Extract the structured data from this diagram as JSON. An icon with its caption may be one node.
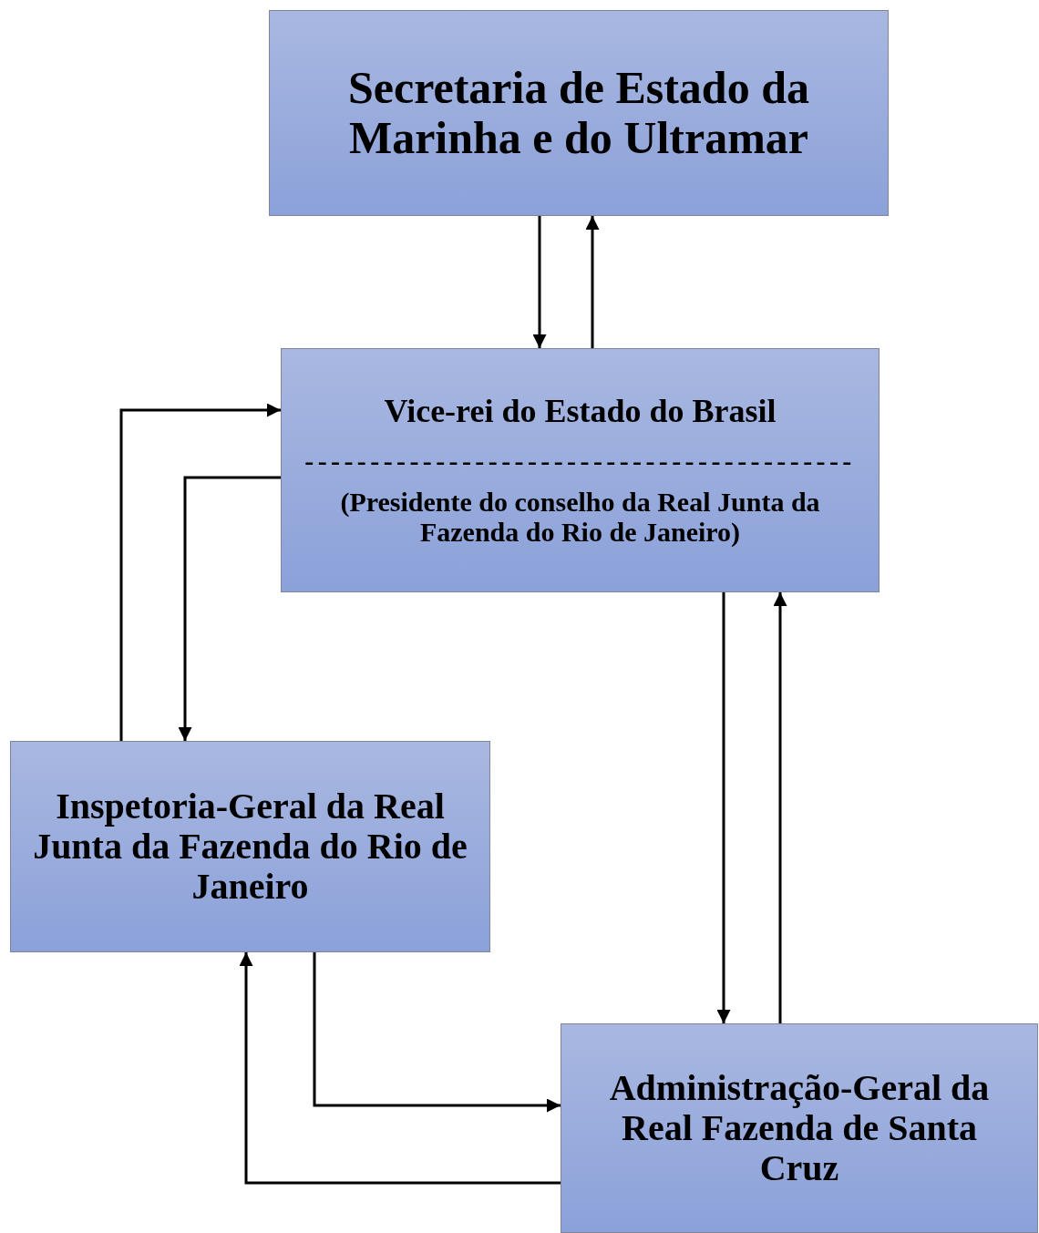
{
  "diagram": {
    "nodes": [
      {
        "text": [
          "Secretaria de Estado da Marinha e do Ultramar"
        ]
      },
      {
        "text": [
          "Vice-rei do Estado do Brasil",
          "------------------------------------------",
          "(Presidente do conselho da Real Junta da Fazenda do Rio de Janeiro)"
        ]
      },
      {
        "text": [
          "Inspetoria-Geral da Real Junta da Fazenda do Rio de Janeiro"
        ]
      },
      {
        "text": [
          "Administração-Geral da Real Fazenda de Santa Cruz"
        ]
      }
    ],
    "edges": [
      {
        "from": 0,
        "to": 1,
        "arrow": "to"
      },
      {
        "from": 1,
        "to": 0,
        "arrow": "to"
      },
      {
        "from": 2,
        "to": 1,
        "arrow": "to"
      },
      {
        "from": 1,
        "to": 2,
        "arrow": "to"
      },
      {
        "from": 1,
        "to": 3,
        "arrow": "to"
      },
      {
        "from": 3,
        "to": 1,
        "arrow": "to"
      },
      {
        "from": 2,
        "to": 3,
        "arrow": "to"
      },
      {
        "from": 3,
        "to": 2,
        "arrow": "to"
      }
    ]
  }
}
